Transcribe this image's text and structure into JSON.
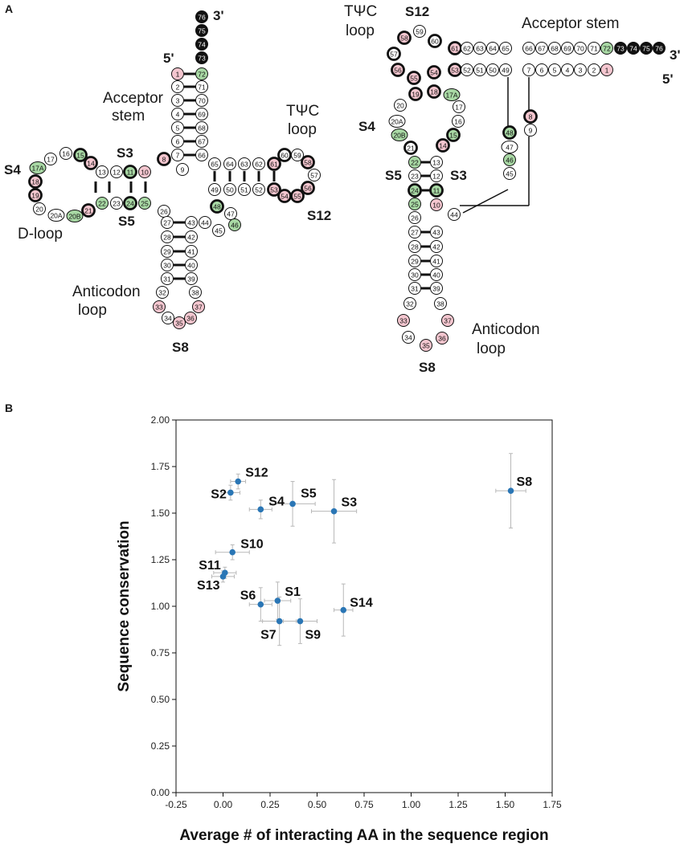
{
  "panels": {
    "a": "A",
    "b": "B"
  },
  "left_labels": {
    "three_prime": "3'",
    "five_prime": "5'",
    "acceptor_1": "Acceptor",
    "acceptor_2": "stem",
    "tpsic_1": "TΨC",
    "tpsic_2": "loop",
    "s3": "S3",
    "s4": "S4",
    "s5": "S5",
    "s12": "S12",
    "s8": "S8",
    "dloop": "D-loop",
    "anticodon_1": "Anticodon",
    "anticodon_2": "loop"
  },
  "right_labels": {
    "tpsic_1": "TΨC",
    "tpsic_2": "loop",
    "s12": "S12",
    "acceptor": "Acceptor stem",
    "three_prime": "3'",
    "five_prime": "5'",
    "s4": "S4",
    "s5": "S5",
    "s3": "S3",
    "s8": "S8",
    "anticodon_1": "Anticodon",
    "anticodon_2": "loop"
  },
  "colors": {
    "pink": "#f4c6cf",
    "green": "#a8d8a4",
    "black": "#111111",
    "white": "#ffffff",
    "point": "#2a76b5"
  },
  "chart_data": {
    "type": "scatter",
    "xlabel": "Average # of interacting AA in the sequence region",
    "ylabel": "Sequence conservation",
    "xlim": [
      -0.25,
      1.75
    ],
    "ylim": [
      0.0,
      2.0
    ],
    "xticks": [
      "-0.25",
      "0.00",
      "0.25",
      "0.50",
      "0.75",
      "1.00",
      "1.25",
      "1.50",
      "1.75"
    ],
    "yticks": [
      "0.00",
      "0.25",
      "0.50",
      "0.75",
      "1.00",
      "1.25",
      "1.50",
      "1.75",
      "2.00"
    ],
    "grid": false,
    "points": [
      {
        "label": "S12",
        "x": 0.08,
        "y": 1.67,
        "xerr": 0.04,
        "yerr": 0.04
      },
      {
        "label": "S2",
        "x": 0.04,
        "y": 1.61,
        "xerr": 0.05,
        "yerr": 0.04
      },
      {
        "label": "S4",
        "x": 0.2,
        "y": 1.52,
        "xerr": 0.06,
        "yerr": 0.05
      },
      {
        "label": "S5",
        "x": 0.37,
        "y": 1.55,
        "xerr": 0.12,
        "yerr": 0.12
      },
      {
        "label": "S3",
        "x": 0.59,
        "y": 1.51,
        "xerr": 0.12,
        "yerr": 0.17
      },
      {
        "label": "S8",
        "x": 1.53,
        "y": 1.62,
        "xerr": 0.08,
        "yerr": 0.2
      },
      {
        "label": "S10",
        "x": 0.05,
        "y": 1.29,
        "xerr": 0.09,
        "yerr": 0.04
      },
      {
        "label": "S11",
        "x": 0.01,
        "y": 1.18,
        "xerr": 0.06,
        "yerr": 0.03
      },
      {
        "label": "S13",
        "x": 0.0,
        "y": 1.16,
        "xerr": 0.06,
        "yerr": 0.03
      },
      {
        "label": "S6",
        "x": 0.2,
        "y": 1.01,
        "xerr": 0.06,
        "yerr": 0.09
      },
      {
        "label": "S1",
        "x": 0.29,
        "y": 1.03,
        "xerr": 0.07,
        "yerr": 0.1
      },
      {
        "label": "S7",
        "x": 0.3,
        "y": 0.92,
        "xerr": 0.09,
        "yerr": 0.13
      },
      {
        "label": "S9",
        "x": 0.41,
        "y": 0.92,
        "xerr": 0.09,
        "yerr": 0.12
      },
      {
        "label": "S14",
        "x": 0.64,
        "y": 0.98,
        "xerr": 0.05,
        "yerr": 0.14
      }
    ]
  }
}
